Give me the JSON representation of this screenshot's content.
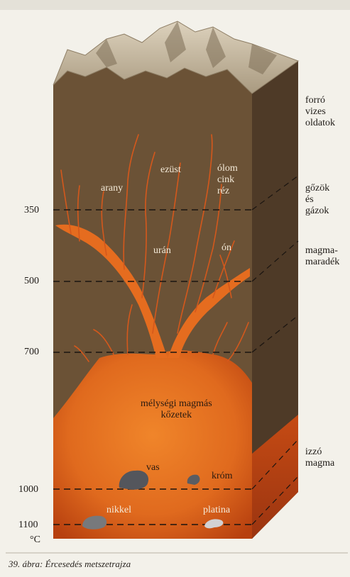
{
  "temperatures": {
    "t350": "350",
    "t500": "500",
    "t700": "700",
    "t1000": "1000",
    "t1100": "1100",
    "unit": "°C"
  },
  "right_labels": {
    "hot_solutions": [
      "forró",
      "vizes",
      "oldatok"
    ],
    "vapors_gases": [
      "gőzök",
      "és",
      "gázok"
    ],
    "magma_residue": [
      "magma-",
      "maradék"
    ],
    "glowing_magma": [
      "izzó",
      "magma"
    ]
  },
  "metals": {
    "arany": "arany",
    "ezust": "ezüst",
    "olom_cink_rez": [
      "ólom",
      "cink",
      "réz"
    ],
    "uran": "urán",
    "on": "ón",
    "vas": "vas",
    "krom": "króm",
    "nikkel": "nikkel",
    "platina": "platina"
  },
  "deep_rocks": [
    "mélységi magmás",
    "kőzetek"
  ],
  "caption": "39. ábra: Ércesedés metszetrajza",
  "colors": {
    "rock_front": "#6e5438",
    "rock_side": "#4f3b28",
    "magma_deep": "#c0430f",
    "magma_light": "#ee7d26",
    "vein": "#d8561c",
    "ore": "#5a5a5e",
    "platinum": "#c9c9c9"
  }
}
